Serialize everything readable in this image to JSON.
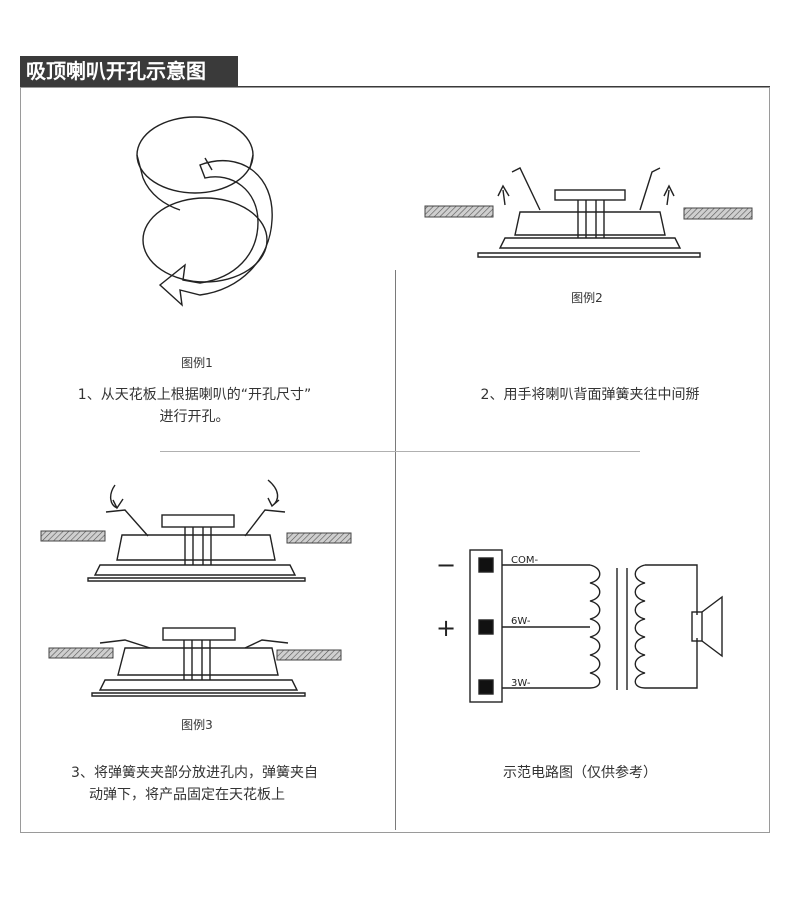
{
  "title": "吸顶喇叭开孔示意图",
  "figures": {
    "fig1": {
      "caption": "图例1",
      "step_line1": "1、从天花板上根据喇叭的“开孔尺寸”",
      "step_line2": "进行开孔。"
    },
    "fig2": {
      "caption": "图例2",
      "step_line1": "2、用手将喇叭背面弹簧夹往中间掰"
    },
    "fig3": {
      "caption": "图例3",
      "step_line1": "3、将弹簧夹夹部分放进孔内，弹簧夹自",
      "step_line2": "动弹下，将产品固定在天花板上"
    },
    "circuit": {
      "caption": "示范电路图（仅供参考）",
      "minus_sign": "−",
      "plus_sign": "+",
      "terminals": [
        "COM-",
        "6W-",
        "3W-"
      ]
    }
  }
}
